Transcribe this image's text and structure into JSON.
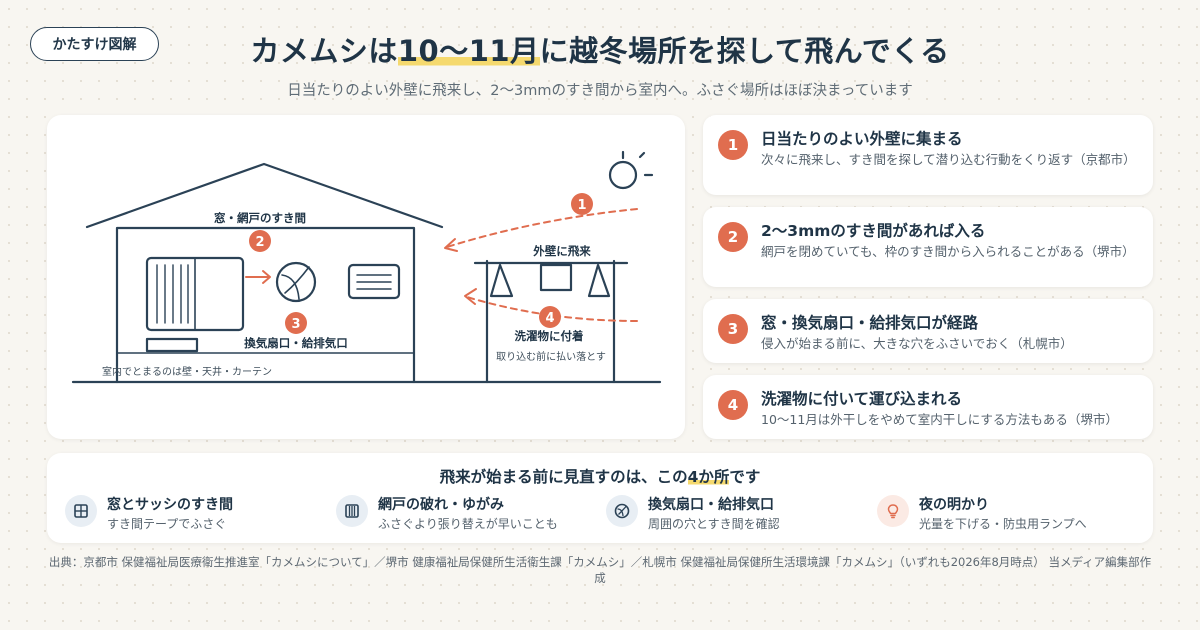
{
  "badge": "かたすけ図解",
  "title": {
    "prefix": "カメムシは",
    "highlight": "10〜11月",
    "suffix": "に越冬場所を探して飛んでくる"
  },
  "subtitle": "日当たりのよい外壁に飛来し、2〜3mmのすき間から室内へ。ふさぐ場所はほぼ決まっています",
  "diagram": {
    "labels": {
      "window_gap": "窓・網戸のすき間",
      "vent": "換気扇口・給排気口",
      "room_note": "室内でとまるのは壁・天井・カーテン",
      "wall_arrival": "外壁に飛来",
      "laundry": "洗濯物に付着",
      "laundry_note": "取り込む前に払い落とす"
    },
    "markers": [
      "1",
      "2",
      "3",
      "4"
    ]
  },
  "steps": [
    {
      "num": "1",
      "title": "日当たりのよい外壁に集まる",
      "desc": "次々に飛来し、すき間を探して潜り込む行動をくり返す（京都市）"
    },
    {
      "num": "2",
      "title": "2〜3mmのすき間があれば入る",
      "desc": "網戸を閉めていても、枠のすき間から入られることがある（堺市）"
    },
    {
      "num": "3",
      "title": "窓・換気扇口・給排気口が経路",
      "desc": "侵入が始まる前に、大きな穴をふさいでおく（札幌市）"
    },
    {
      "num": "4",
      "title": "洗濯物に付いて運び込まれる",
      "desc": "10〜11月は外干しをやめて室内干しにする方法もある（堺市）"
    }
  ],
  "checklist": {
    "title_prefix": "飛来が始まる前に見直すのは、この",
    "title_highlight": "4か所",
    "title_suffix": "です",
    "items": [
      {
        "title": "窓とサッシのすき間",
        "desc": "すき間テープでふさぐ",
        "icon": "window-icon"
      },
      {
        "title": "網戸の破れ・ゆがみ",
        "desc": "ふさぐより張り替えが早いことも",
        "icon": "screen-icon"
      },
      {
        "title": "換気扇口・給排気口",
        "desc": "周囲の穴とすき間を確認",
        "icon": "fan-icon"
      },
      {
        "title": "夜の明かり",
        "desc": "光量を下げる・防虫用ランプへ",
        "icon": "bulb-icon"
      }
    ]
  },
  "source": "出典：京都市 保健福祉局医療衛生推進室「カメムシについて」／堺市 健康福祉局保健所生活衛生課「カメムシ」／札幌市 保健福祉局保健所生活環境課「カメムシ」（いずれも2026年8月時点） 当メディア編集部作成",
  "colors": {
    "accent": "#e06d4f",
    "navy": "#2b4256",
    "highlight": "#f5d96e",
    "background": "#f8f6f1"
  }
}
